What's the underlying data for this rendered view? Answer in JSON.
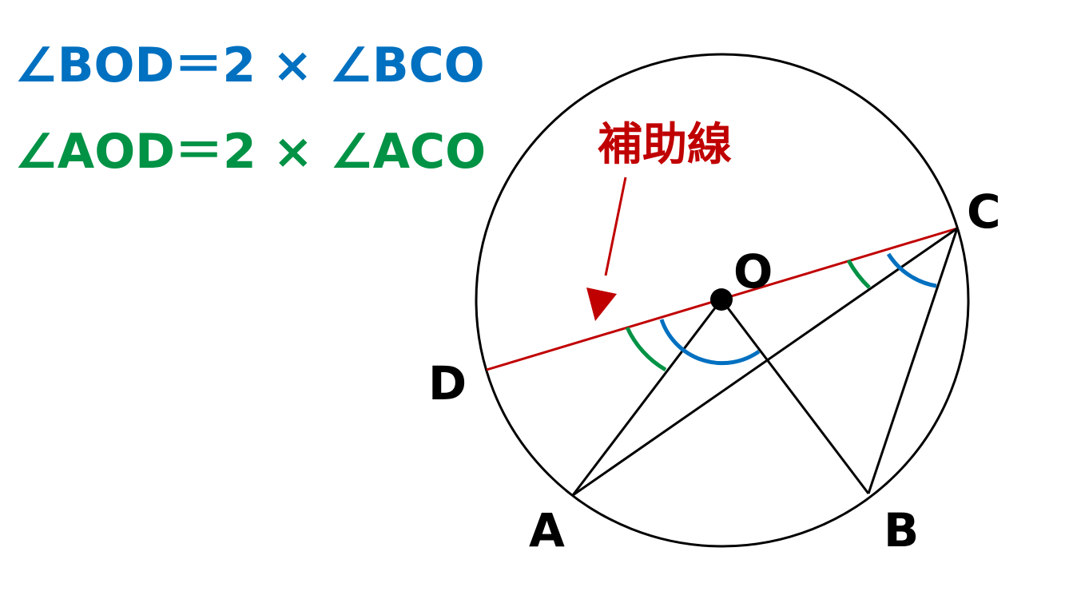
{
  "equations": {
    "blue": "∠BOD＝2 × ∠BCO",
    "green": "∠AOD＝2 × ∠ACO"
  },
  "annotation": "補助線",
  "points": {
    "O": "O",
    "A": "A",
    "B": "B",
    "C": "C",
    "D": "D"
  },
  "colors": {
    "blue": "#0070c0",
    "green": "#009245",
    "red": "#c00000",
    "black": "#000000"
  }
}
